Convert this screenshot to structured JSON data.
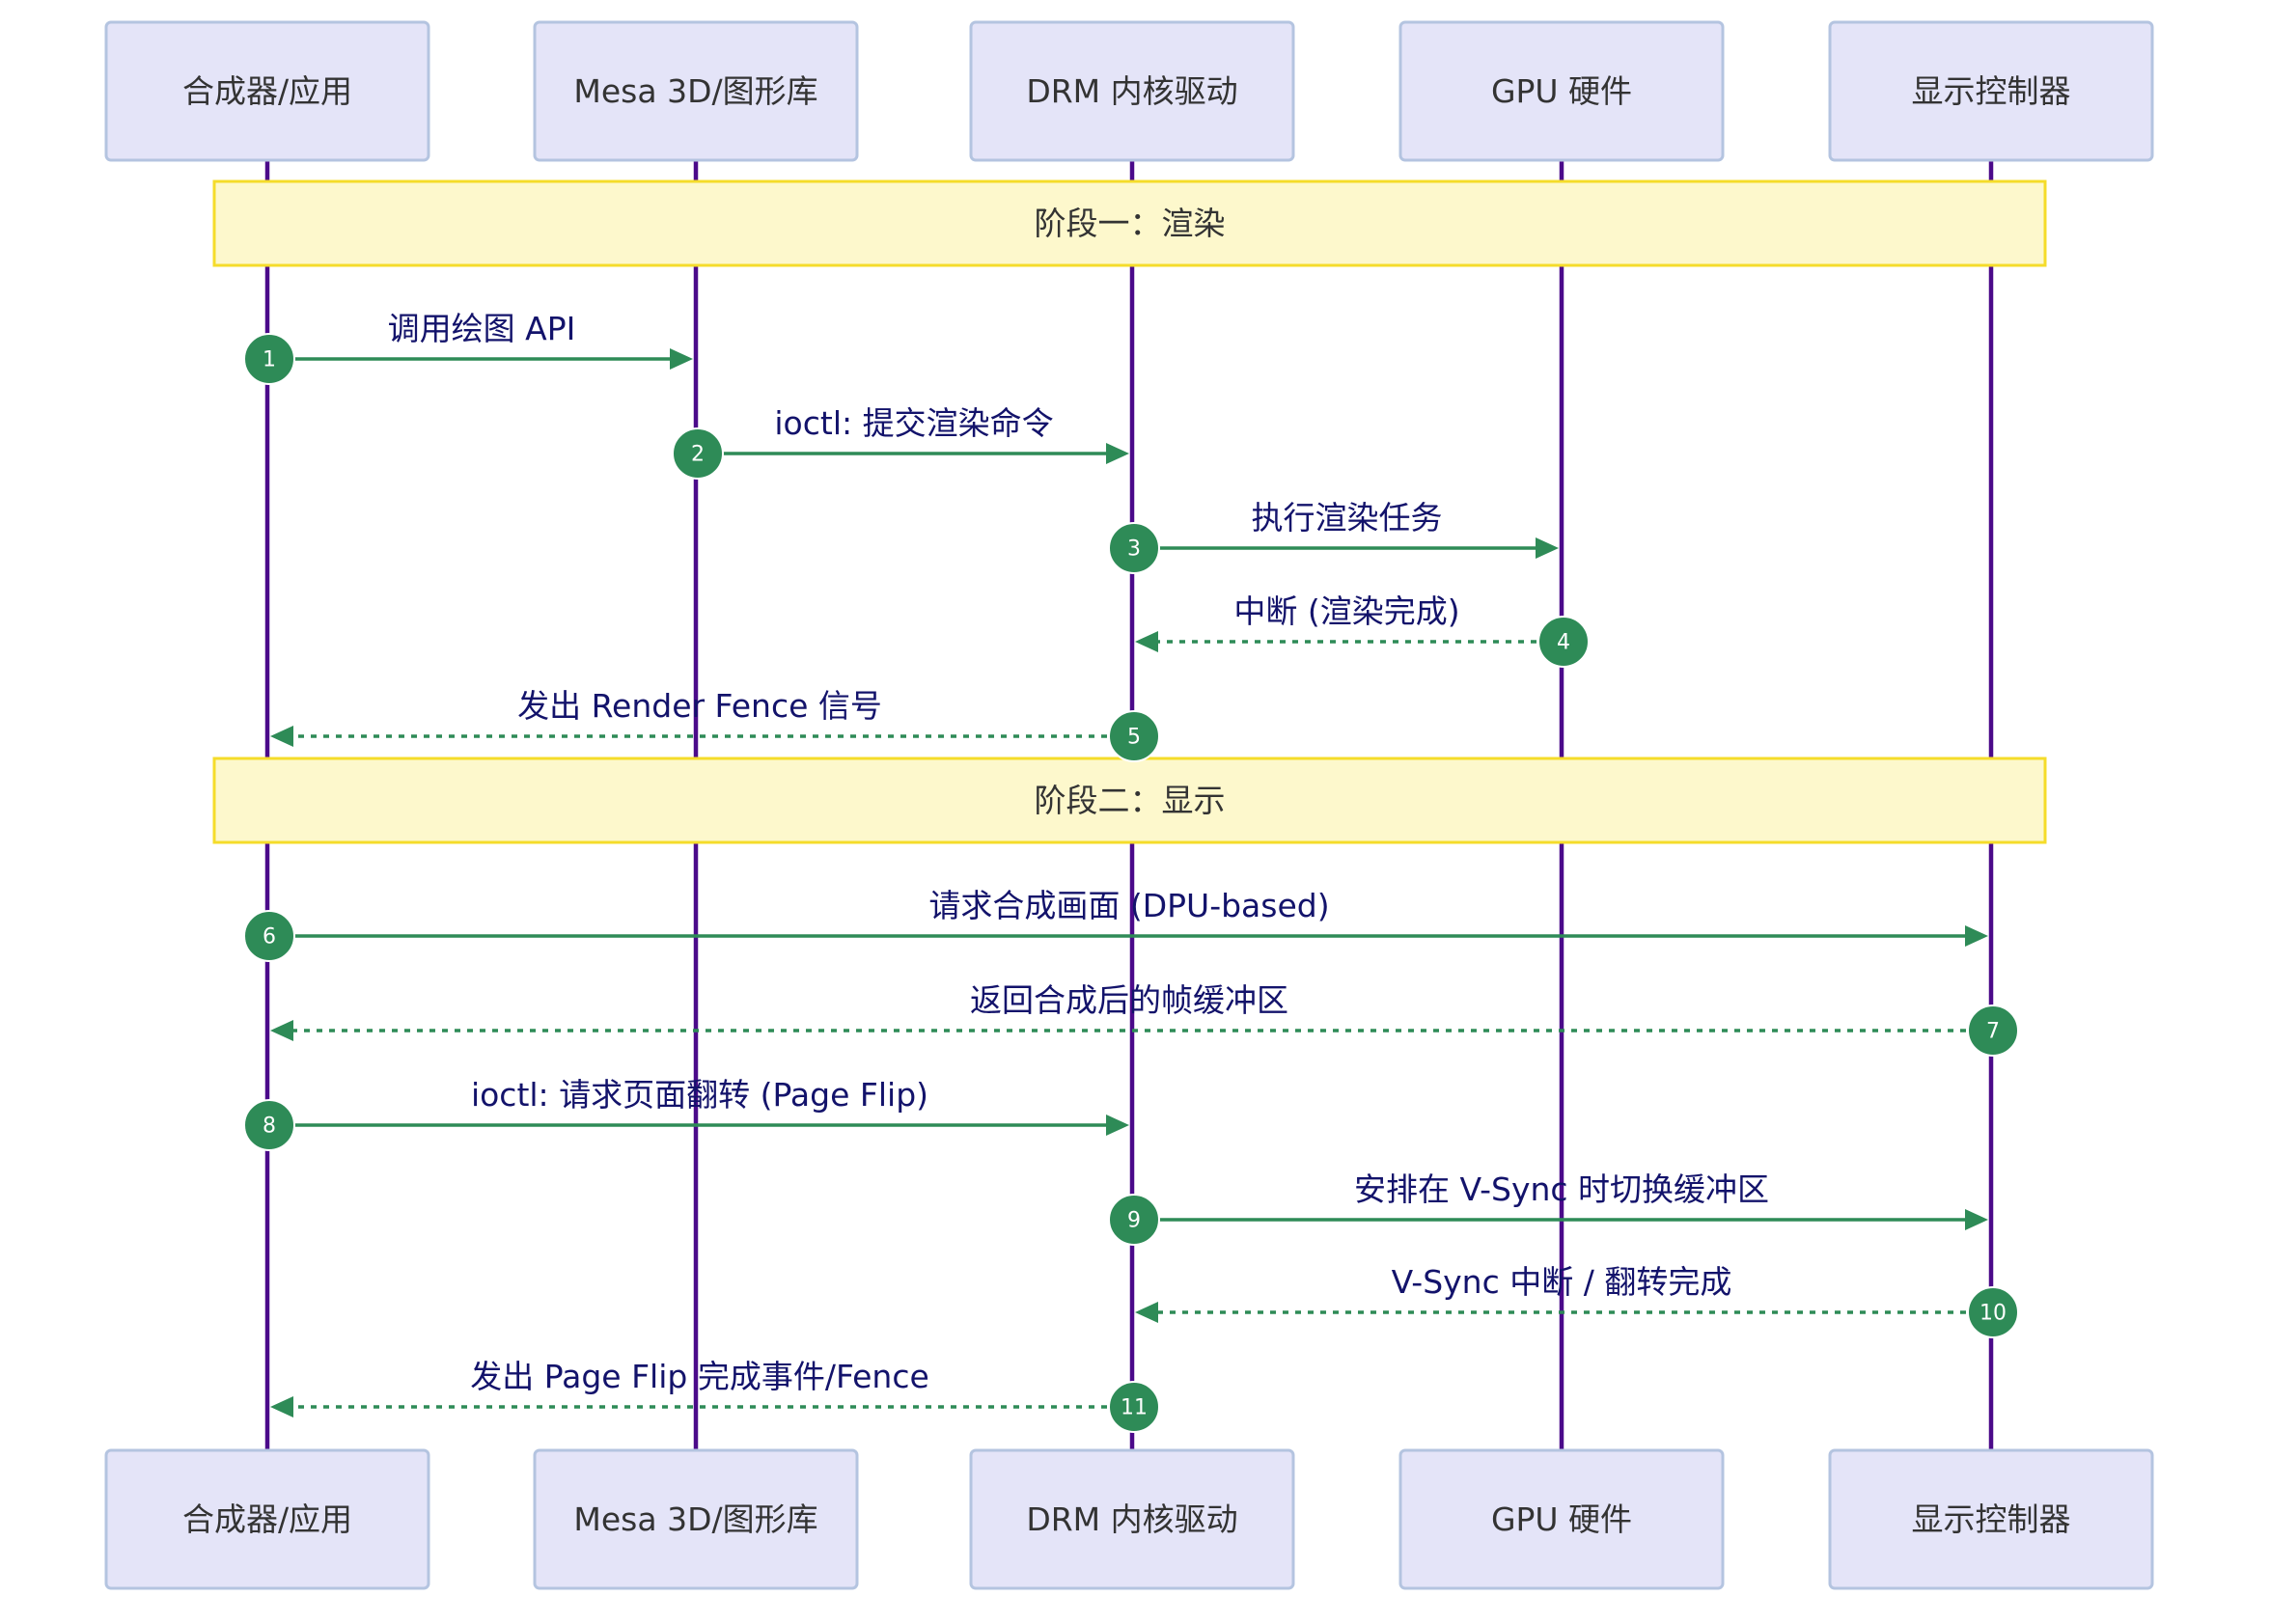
{
  "colors": {
    "actor_fill": "#e4e4f8",
    "actor_border": "#b4c4e0",
    "lifeline": "#4b0a8a",
    "stage_fill": "#fdf8cc",
    "stage_border": "#f5dc2a",
    "message": "#2e8b57",
    "message_text": "#13136b",
    "sequence_badge": "#2e8b57"
  },
  "participants": [
    {
      "label": "合成器/应用"
    },
    {
      "label": "Mesa 3D/图形库"
    },
    {
      "label": "DRM 内核驱动"
    },
    {
      "label": "GPU 硬件"
    },
    {
      "label": "显示控制器"
    }
  ],
  "stages": [
    {
      "label": "阶段一：渲染"
    },
    {
      "label": "阶段二：显示"
    }
  ],
  "messages": [
    {
      "number": "1",
      "from": 0,
      "to": 1,
      "style": "solid",
      "label": "调用绘图 API"
    },
    {
      "number": "2",
      "from": 1,
      "to": 2,
      "style": "solid",
      "label": "ioctl: 提交渲染命令"
    },
    {
      "number": "3",
      "from": 2,
      "to": 3,
      "style": "solid",
      "label": "执行渲染任务"
    },
    {
      "number": "4",
      "from": 3,
      "to": 2,
      "style": "dashed",
      "label": "中断 (渲染完成)"
    },
    {
      "number": "5",
      "from": 2,
      "to": 0,
      "style": "dashed",
      "label": "发出 Render Fence 信号"
    },
    {
      "number": "6",
      "from": 0,
      "to": 4,
      "style": "solid",
      "label": "请求合成画面 (DPU-based)"
    },
    {
      "number": "7",
      "from": 4,
      "to": 0,
      "style": "dashed",
      "label": "返回合成后的帧缓冲区"
    },
    {
      "number": "8",
      "from": 0,
      "to": 2,
      "style": "solid",
      "label": "ioctl: 请求页面翻转 (Page Flip)"
    },
    {
      "number": "9",
      "from": 2,
      "to": 4,
      "style": "solid",
      "label": "安排在 V-Sync 时切换缓冲区"
    },
    {
      "number": "10",
      "from": 4,
      "to": 2,
      "style": "dashed",
      "label": "V-Sync 中断 / 翻转完成"
    },
    {
      "number": "11",
      "from": 2,
      "to": 0,
      "style": "dashed",
      "label": "发出 Page Flip 完成事件/Fence"
    }
  ]
}
